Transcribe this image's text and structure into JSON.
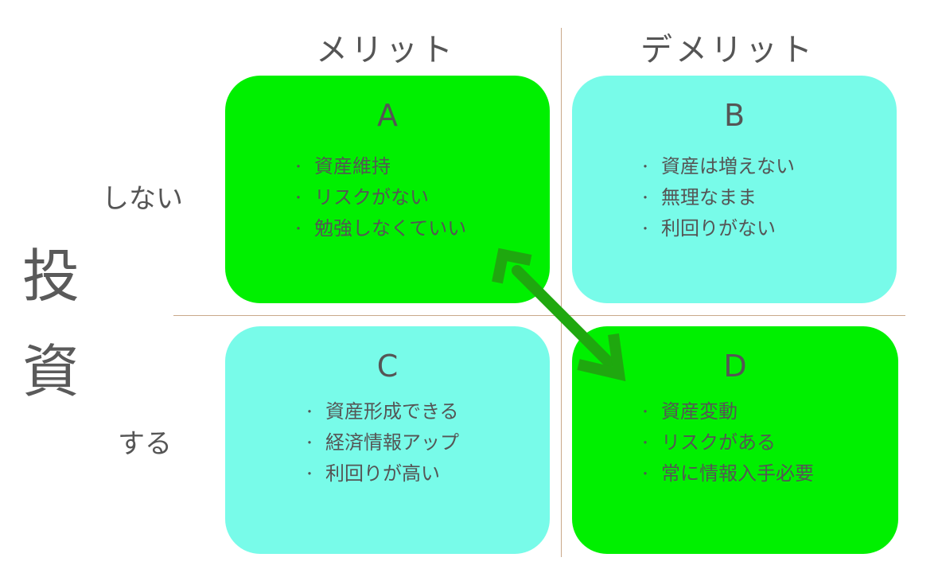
{
  "header": {
    "merit": "メリット",
    "demerit": "デメリット"
  },
  "axis": {
    "title_char1": "投",
    "title_char2": "資"
  },
  "rows": {
    "no": "しない",
    "yes": "する"
  },
  "boxes": {
    "a": {
      "label": "A",
      "items": [
        "資産維持",
        "リスクがない",
        "勉強しなくていい"
      ],
      "color": "#00f000"
    },
    "b": {
      "label": "B",
      "items": [
        "資産は増えない",
        "無理なまま",
        "利回りがない"
      ],
      "color": "#78fbe9"
    },
    "c": {
      "label": "C",
      "items": [
        "資産形成できる",
        "経済情報アップ",
        "利回りが高い"
      ],
      "color": "#78fbe9"
    },
    "d": {
      "label": "D",
      "items": [
        "資産変動",
        "リスクがある",
        "常に情報入手必要"
      ],
      "color": "#00f000"
    }
  },
  "bullet": "・",
  "colors": {
    "arrow": "#1fa80f",
    "divider": "#c9a88a",
    "text": "#555555"
  }
}
